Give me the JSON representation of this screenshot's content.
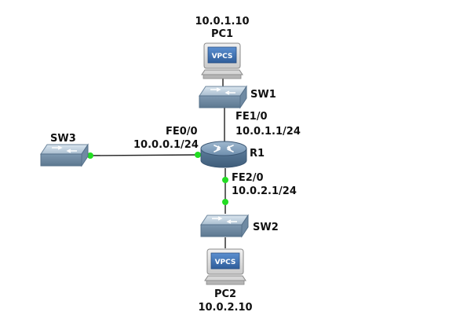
{
  "nodes": {
    "pc1": {
      "name": "PC1",
      "ip": "10.0.1.10",
      "screen_text": "VPCS"
    },
    "pc2": {
      "name": "PC2",
      "ip": "10.0.2.10",
      "screen_text": "VPCS"
    },
    "sw1": {
      "name": "SW1"
    },
    "sw2": {
      "name": "SW2"
    },
    "sw3": {
      "name": "SW3"
    },
    "r1": {
      "name": "R1"
    }
  },
  "interfaces": {
    "fe0_0": {
      "name": "FE0/0",
      "ip": "10.0.0.1/24"
    },
    "fe1_0": {
      "name": "FE1/0",
      "ip": "10.0.1.1/24"
    },
    "fe2_0": {
      "name": "FE2/0",
      "ip": "10.0.2.1/24"
    }
  },
  "colors": {
    "link": "#222222",
    "link_up": "#22dd22",
    "device_body": "#8aa3bb",
    "device_top": "#c4d3e1",
    "router_body": "#6a8aa8",
    "vpcs_screen": "#3f73b6"
  }
}
